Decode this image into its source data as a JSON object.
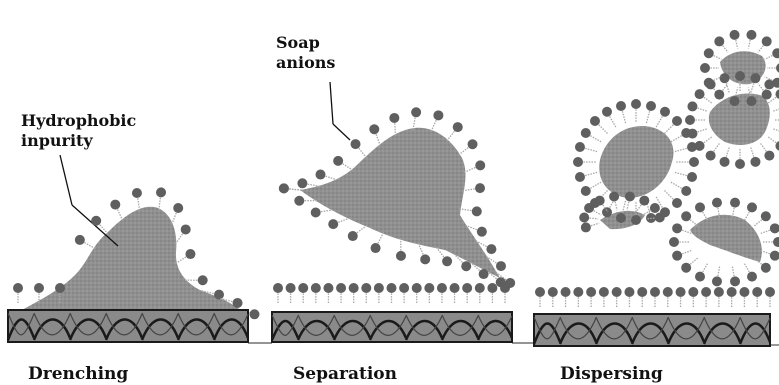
{
  "labels": {
    "impurity_line1": "Hydrophobic",
    "impurity_line2": "inpurity",
    "anions_line1": "Soap",
    "anions_line2": "anions"
  },
  "stages": [
    {
      "name": "Drenching"
    },
    {
      "name": "Separation"
    },
    {
      "name": "Dispersing"
    }
  ],
  "colors": {
    "head": "#5f5f5f",
    "tail": "#a8a8a8",
    "dirt": "#8d8d8d",
    "fabric": "#8a8a8a",
    "outline": "#1a1a1a"
  }
}
